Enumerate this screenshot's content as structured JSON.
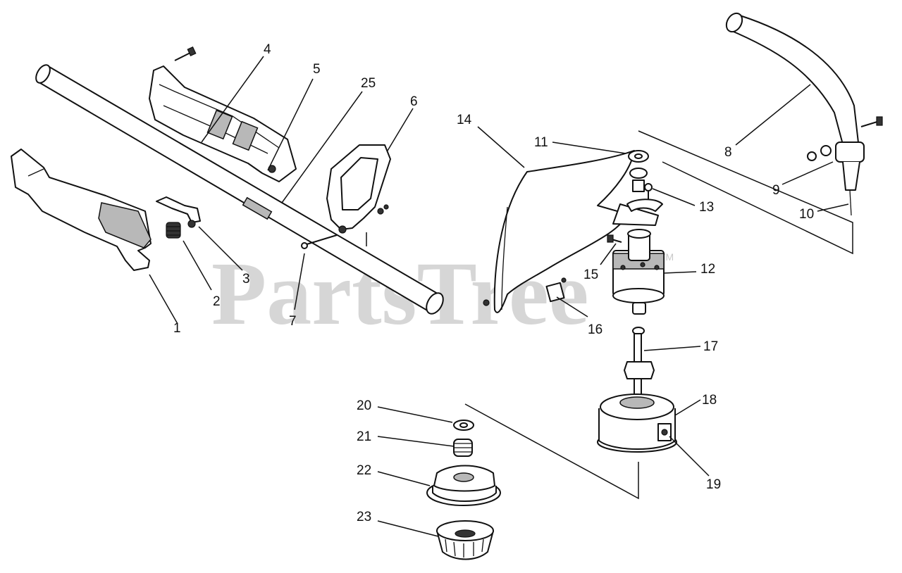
{
  "watermark": {
    "text": "PartsTree",
    "tm": "TM"
  },
  "callouts": {
    "c1": "1",
    "c2": "2",
    "c3": "3",
    "c4": "4",
    "c5": "5",
    "c6": "6",
    "c7": "7",
    "c8": "8",
    "c9": "9",
    "c10": "10",
    "c11": "11",
    "c12": "12",
    "c13": "13",
    "c14": "14",
    "c15": "15",
    "c16": "16",
    "c17": "17",
    "c18": "18",
    "c19": "19",
    "c20": "20",
    "c21": "21",
    "c22": "22",
    "c23": "23",
    "c25": "25"
  }
}
